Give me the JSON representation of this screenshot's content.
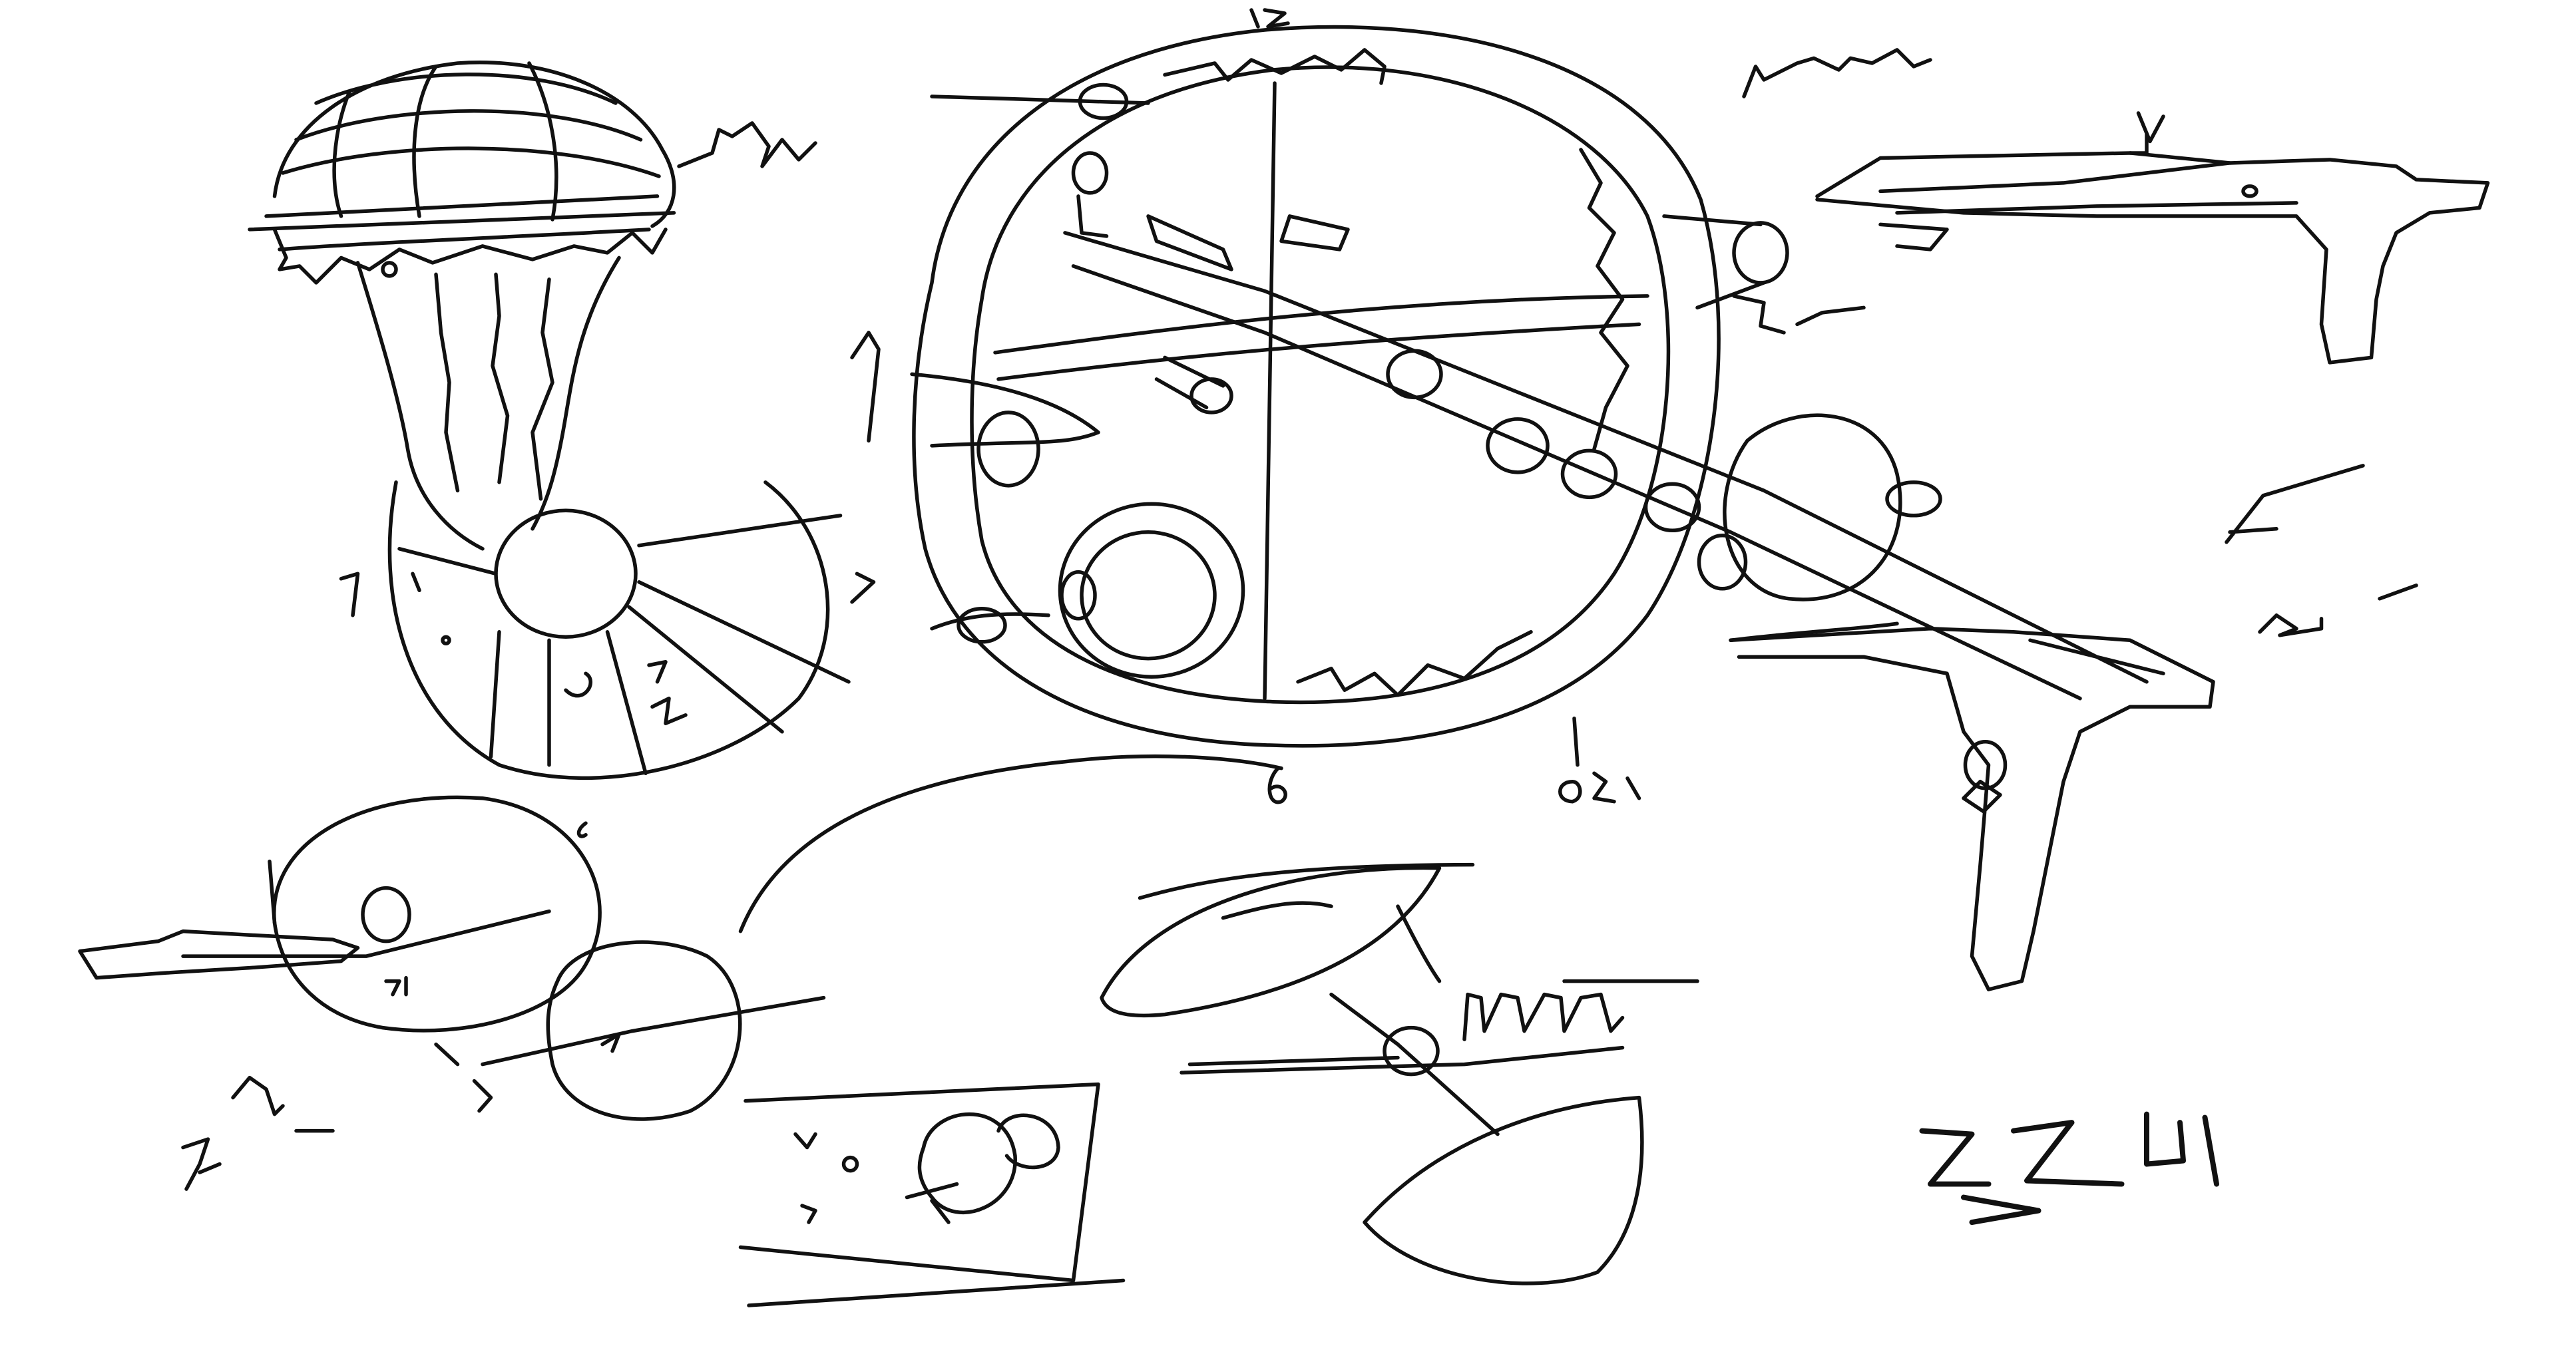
{
  "canvas": {
    "background_color": "#ffffff",
    "ink_color": "#111111"
  },
  "sketch": {
    "style": "freehand line drawing",
    "objects": [
      {
        "name": "mushroom-shape",
        "icon": "mushroom-icon"
      },
      {
        "name": "circular-wheel",
        "icon": "wheel-icon"
      },
      {
        "name": "long-gun",
        "icon": "gun-icon"
      },
      {
        "name": "pistol-top-right",
        "icon": "pistol-icon"
      },
      {
        "name": "small-rifle",
        "icon": "rifle-icon"
      },
      {
        "name": "overlapping-circles",
        "icon": "circles-icon"
      },
      {
        "name": "rectangle-box",
        "icon": "box-icon"
      },
      {
        "name": "eye-shape",
        "icon": "eye-icon"
      },
      {
        "name": "pear-shape",
        "icon": "pear-icon"
      },
      {
        "name": "scribble-text",
        "icon": "scribble-icon"
      }
    ]
  }
}
